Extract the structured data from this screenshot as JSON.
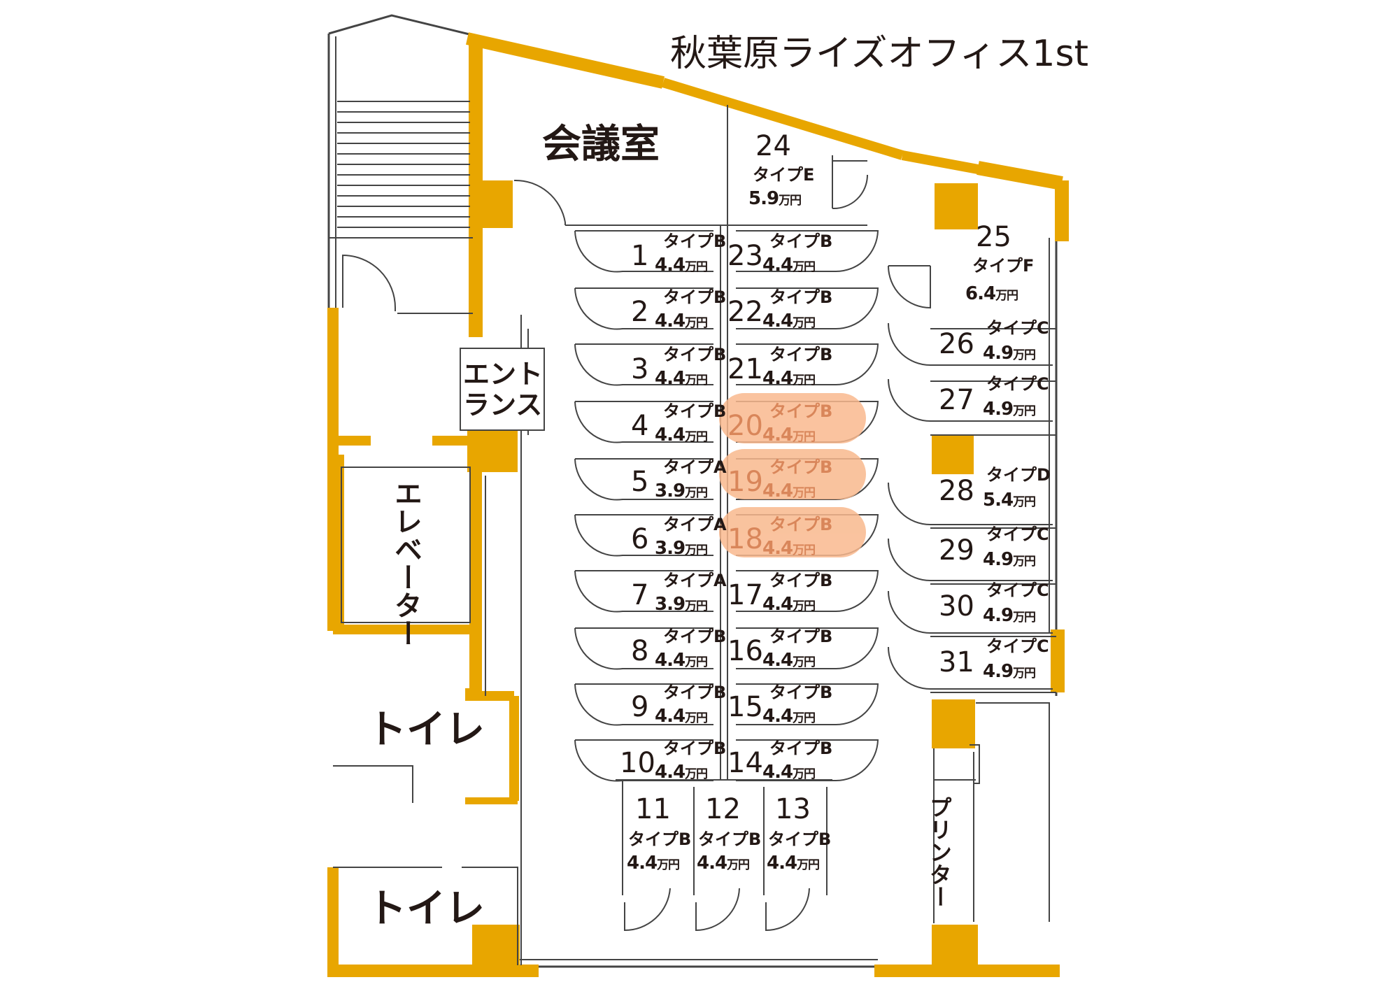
{
  "title": "秋葉原ライズオフィス1st",
  "colors": {
    "wall": "#e8a600",
    "line": "#333333",
    "highlight": "#f9b98e",
    "highlight_text": "#d9865a"
  },
  "facilities": {
    "meeting_room": "会議室",
    "entrance_line1": "エント",
    "entrance_line2": "ランス",
    "elevator": "エレベーター",
    "toilet_upper": "トイレ",
    "toilet_lower": "トイレ",
    "printer": "プリンター"
  },
  "rooms": [
    {
      "no": "1",
      "type": "タイプB",
      "price": "4.4",
      "unit": "万円",
      "highlighted": false
    },
    {
      "no": "2",
      "type": "タイプB",
      "price": "4.4",
      "unit": "万円",
      "highlighted": false
    },
    {
      "no": "3",
      "type": "タイプB",
      "price": "4.4",
      "unit": "万円",
      "highlighted": false
    },
    {
      "no": "4",
      "type": "タイプB",
      "price": "4.4",
      "unit": "万円",
      "highlighted": false
    },
    {
      "no": "5",
      "type": "タイプA",
      "price": "3.9",
      "unit": "万円",
      "highlighted": false
    },
    {
      "no": "6",
      "type": "タイプA",
      "price": "3.9",
      "unit": "万円",
      "highlighted": false
    },
    {
      "no": "7",
      "type": "タイプA",
      "price": "3.9",
      "unit": "万円",
      "highlighted": false
    },
    {
      "no": "8",
      "type": "タイプB",
      "price": "4.4",
      "unit": "万円",
      "highlighted": false
    },
    {
      "no": "9",
      "type": "タイプB",
      "price": "4.4",
      "unit": "万円",
      "highlighted": false
    },
    {
      "no": "10",
      "type": "タイプB",
      "price": "4.4",
      "unit": "万円",
      "highlighted": false
    },
    {
      "no": "11",
      "type": "タイプB",
      "price": "4.4",
      "unit": "万円",
      "highlighted": false
    },
    {
      "no": "12",
      "type": "タイプB",
      "price": "4.4",
      "unit": "万円",
      "highlighted": false
    },
    {
      "no": "13",
      "type": "タイプB",
      "price": "4.4",
      "unit": "万円",
      "highlighted": false
    },
    {
      "no": "14",
      "type": "タイプB",
      "price": "4.4",
      "unit": "万円",
      "highlighted": false
    },
    {
      "no": "15",
      "type": "タイプB",
      "price": "4.4",
      "unit": "万円",
      "highlighted": false
    },
    {
      "no": "16",
      "type": "タイプB",
      "price": "4.4",
      "unit": "万円",
      "highlighted": false
    },
    {
      "no": "17",
      "type": "タイプB",
      "price": "4.4",
      "unit": "万円",
      "highlighted": false
    },
    {
      "no": "18",
      "type": "タイプB",
      "price": "4.4",
      "unit": "万円",
      "highlighted": true
    },
    {
      "no": "19",
      "type": "タイプB",
      "price": "4.4",
      "unit": "万円",
      "highlighted": true
    },
    {
      "no": "20",
      "type": "タイプB",
      "price": "4.4",
      "unit": "万円",
      "highlighted": true
    },
    {
      "no": "21",
      "type": "タイプB",
      "price": "4.4",
      "unit": "万円",
      "highlighted": false
    },
    {
      "no": "22",
      "type": "タイプB",
      "price": "4.4",
      "unit": "万円",
      "highlighted": false
    },
    {
      "no": "23",
      "type": "タイプB",
      "price": "4.4",
      "unit": "万円",
      "highlighted": false
    },
    {
      "no": "24",
      "type": "タイプE",
      "price": "5.9",
      "unit": "万円",
      "highlighted": false
    },
    {
      "no": "25",
      "type": "タイプF",
      "price": "6.4",
      "unit": "万円",
      "highlighted": false
    },
    {
      "no": "26",
      "type": "タイプC",
      "price": "4.9",
      "unit": "万円",
      "highlighted": false
    },
    {
      "no": "27",
      "type": "タイプC",
      "price": "4.9",
      "unit": "万円",
      "highlighted": false
    },
    {
      "no": "28",
      "type": "タイプD",
      "price": "5.4",
      "unit": "万円",
      "highlighted": false
    },
    {
      "no": "29",
      "type": "タイプC",
      "price": "4.9",
      "unit": "万円",
      "highlighted": false
    },
    {
      "no": "30",
      "type": "タイプC",
      "price": "4.9",
      "unit": "万円",
      "highlighted": false
    },
    {
      "no": "31",
      "type": "タイプC",
      "price": "4.9",
      "unit": "万円",
      "highlighted": false
    }
  ]
}
